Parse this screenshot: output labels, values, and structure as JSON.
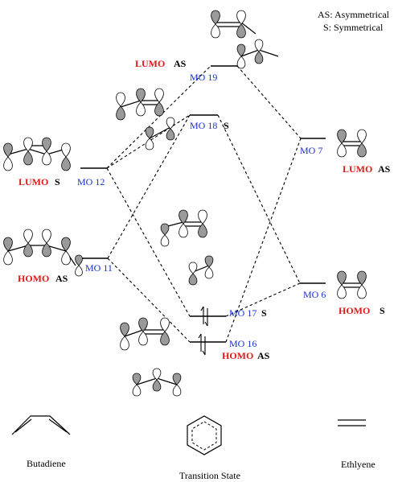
{
  "legend": {
    "asymmetrical": "AS: Asymmetrical",
    "symmetrical": "S: Symmetrical"
  },
  "levels": {
    "mo19": {
      "label": "MO 19",
      "tag": "LUMO",
      "sym": "AS"
    },
    "mo18": {
      "label": "MO 18",
      "sym": "S"
    },
    "mo12": {
      "label": "MO 12",
      "tag": "LUMO",
      "sym": "S"
    },
    "mo11": {
      "label": "MO 11",
      "tag": "HOMO",
      "sym": "AS"
    },
    "mo17": {
      "label": "MO 17",
      "sym": "S"
    },
    "mo16": {
      "label": "MO 16",
      "tag": "HOMO",
      "sym": "AS"
    },
    "mo7": {
      "label": "MO  7",
      "tag": "LUMO",
      "sym": "AS"
    },
    "mo6": {
      "label": "MO 6",
      "tag": "HOMO",
      "sym": "S"
    }
  },
  "captions": {
    "butadiene": "Butadiene",
    "transition_state": "Transition State",
    "ethylene": "Ethlyene"
  }
}
